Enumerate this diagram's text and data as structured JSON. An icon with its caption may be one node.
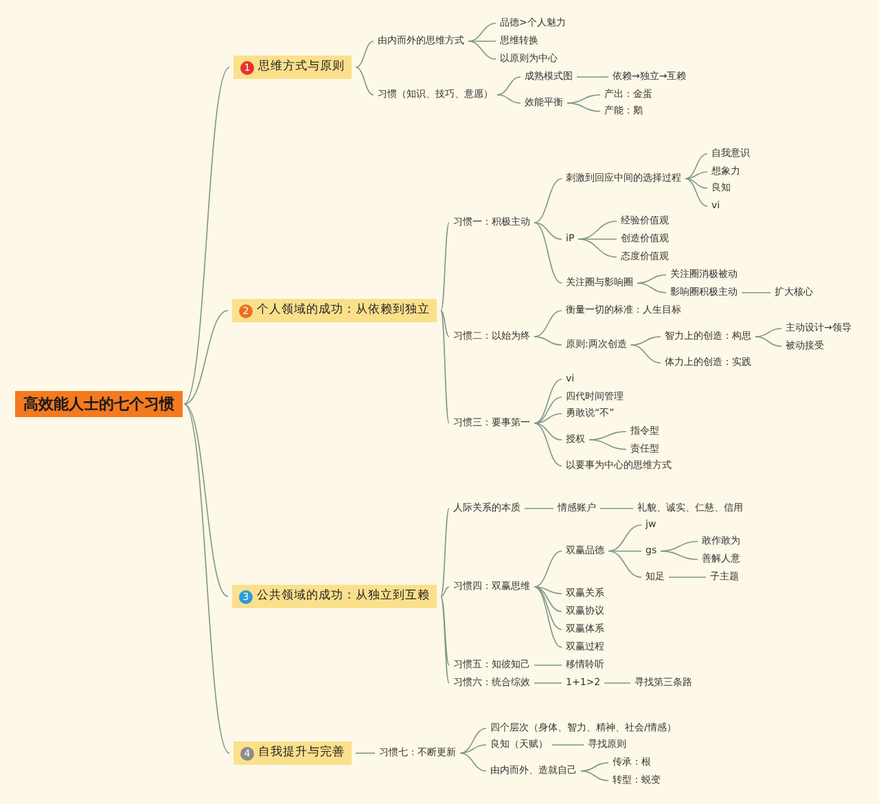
{
  "diagram": {
    "nodes": [
      {
        "text": [
          "高效能人士的七个习惯"
        ]
      },
      {
        "text": [
          "1",
          "思维方式与原则"
        ]
      },
      {
        "text": [
          "由内而外的思维方式"
        ]
      },
      {
        "text": [
          "品德>个人魅力"
        ]
      },
      {
        "text": [
          "思维转换"
        ]
      },
      {
        "text": [
          "以原则为中心"
        ]
      },
      {
        "text": [
          "习惯（知识、技巧、意愿）"
        ]
      },
      {
        "text": [
          "成熟模式图"
        ]
      },
      {
        "text": [
          "依赖→独立→互赖"
        ]
      },
      {
        "text": [
          "效能平衡"
        ]
      },
      {
        "text": [
          "产出：金蛋"
        ]
      },
      {
        "text": [
          "产能：鹅"
        ]
      },
      {
        "text": [
          "2",
          "个人领域的成功：从依赖到独立"
        ]
      },
      {
        "text": [
          "习惯一：积极主动"
        ]
      },
      {
        "text": [
          "刺激到回应中间的选择过程"
        ]
      },
      {
        "text": [
          "自我意识"
        ]
      },
      {
        "text": [
          "想象力"
        ]
      },
      {
        "text": [
          "良知"
        ]
      },
      {
        "text": [
          "vi"
        ]
      },
      {
        "text": [
          "iP"
        ]
      },
      {
        "text": [
          "经验价值观"
        ]
      },
      {
        "text": [
          "创造价值观"
        ]
      },
      {
        "text": [
          "态度价值观"
        ]
      },
      {
        "text": [
          "关注圈与影响圈"
        ]
      },
      {
        "text": [
          "关注圈消极被动"
        ]
      },
      {
        "text": [
          "影响圈积极主动"
        ]
      },
      {
        "text": [
          "扩大核心"
        ]
      },
      {
        "text": [
          "习惯二：以始为终"
        ]
      },
      {
        "text": [
          "衡量一切的标准：人生目标"
        ]
      },
      {
        "text": [
          "原则:两次创造"
        ]
      },
      {
        "text": [
          "智力上的创造：构思"
        ]
      },
      {
        "text": [
          "主动设计→领导"
        ]
      },
      {
        "text": [
          "被动接受"
        ]
      },
      {
        "text": [
          "体力上的创造：实践"
        ]
      },
      {
        "text": [
          "习惯三：要事第一"
        ]
      },
      {
        "text": [
          "vi"
        ]
      },
      {
        "text": [
          "四代时间管理"
        ]
      },
      {
        "text": [
          "勇敢说“不”"
        ]
      },
      {
        "text": [
          "授权"
        ]
      },
      {
        "text": [
          "指令型"
        ]
      },
      {
        "text": [
          "责任型"
        ]
      },
      {
        "text": [
          "以要事为中心的思维方式"
        ]
      },
      {
        "text": [
          "3",
          "公共领域的成功：从独立到互赖"
        ]
      },
      {
        "text": [
          "人际关系的本质"
        ]
      },
      {
        "text": [
          "情感账户"
        ]
      },
      {
        "text": [
          "礼貌、诚实、仁慈、信用"
        ]
      },
      {
        "text": [
          "习惯四：双赢思维"
        ]
      },
      {
        "text": [
          "双赢品德"
        ]
      },
      {
        "text": [
          "jw"
        ]
      },
      {
        "text": [
          "gs"
        ]
      },
      {
        "text": [
          "敢作敢为"
        ]
      },
      {
        "text": [
          "善解人意"
        ]
      },
      {
        "text": [
          "知足"
        ]
      },
      {
        "text": [
          "子主题"
        ]
      },
      {
        "text": [
          "双赢关系"
        ]
      },
      {
        "text": [
          "双赢协议"
        ]
      },
      {
        "text": [
          "双赢体系"
        ]
      },
      {
        "text": [
          "双赢过程"
        ]
      },
      {
        "text": [
          "习惯五：知彼知己"
        ]
      },
      {
        "text": [
          "移情聆听"
        ]
      },
      {
        "text": [
          "习惯六：统合综效"
        ]
      },
      {
        "text": [
          "1+1>2"
        ]
      },
      {
        "text": [
          "寻找第三条路"
        ]
      },
      {
        "text": [
          "4",
          "自我提升与完善"
        ]
      },
      {
        "text": [
          "习惯七：不断更新"
        ]
      },
      {
        "text": [
          "四个层次（身体、智力、精神、社会/情感）"
        ]
      },
      {
        "text": [
          "良知（天赋）"
        ]
      },
      {
        "text": [
          "寻找原则"
        ]
      },
      {
        "text": [
          "由内而外、造就自己"
        ]
      },
      {
        "text": [
          "传承：根"
        ]
      },
      {
        "text": [
          "转型：蜕变"
        ]
      }
    ],
    "edges": [
      {
        "from": 0,
        "to": 1,
        "arrow": "none"
      },
      {
        "from": 1,
        "to": 2,
        "arrow": "none"
      },
      {
        "from": 2,
        "to": 3,
        "arrow": "none"
      },
      {
        "from": 2,
        "to": 4,
        "arrow": "none"
      },
      {
        "from": 2,
        "to": 5,
        "arrow": "none"
      },
      {
        "from": 1,
        "to": 6,
        "arrow": "none"
      },
      {
        "from": 6,
        "to": 7,
        "arrow": "none"
      },
      {
        "from": 7,
        "to": 8,
        "arrow": "none"
      },
      {
        "from": 6,
        "to": 9,
        "arrow": "none"
      },
      {
        "from": 9,
        "to": 10,
        "arrow": "none"
      },
      {
        "from": 9,
        "to": 11,
        "arrow": "none"
      },
      {
        "from": 0,
        "to": 12,
        "arrow": "none"
      },
      {
        "from": 12,
        "to": 13,
        "arrow": "none"
      },
      {
        "from": 13,
        "to": 14,
        "arrow": "none"
      },
      {
        "from": 14,
        "to": 15,
        "arrow": "none"
      },
      {
        "from": 14,
        "to": 16,
        "arrow": "none"
      },
      {
        "from": 14,
        "to": 17,
        "arrow": "none"
      },
      {
        "from": 14,
        "to": 18,
        "arrow": "none"
      },
      {
        "from": 13,
        "to": 19,
        "arrow": "none"
      },
      {
        "from": 19,
        "to": 20,
        "arrow": "none"
      },
      {
        "from": 19,
        "to": 21,
        "arrow": "none"
      },
      {
        "from": 19,
        "to": 22,
        "arrow": "none"
      },
      {
        "from": 13,
        "to": 23,
        "arrow": "none"
      },
      {
        "from": 23,
        "to": 24,
        "arrow": "none"
      },
      {
        "from": 23,
        "to": 25,
        "arrow": "none"
      },
      {
        "from": 25,
        "to": 26,
        "arrow": "none"
      },
      {
        "from": 12,
        "to": 27,
        "arrow": "none"
      },
      {
        "from": 27,
        "to": 28,
        "arrow": "none"
      },
      {
        "from": 27,
        "to": 29,
        "arrow": "none"
      },
      {
        "from": 29,
        "to": 30,
        "arrow": "none"
      },
      {
        "from": 30,
        "to": 31,
        "arrow": "none"
      },
      {
        "from": 30,
        "to": 32,
        "arrow": "none"
      },
      {
        "from": 29,
        "to": 33,
        "arrow": "none"
      },
      {
        "from": 12,
        "to": 34,
        "arrow": "none"
      },
      {
        "from": 34,
        "to": 35,
        "arrow": "none"
      },
      {
        "from": 34,
        "to": 36,
        "arrow": "none"
      },
      {
        "from": 34,
        "to": 37,
        "arrow": "none"
      },
      {
        "from": 34,
        "to": 38,
        "arrow": "none"
      },
      {
        "from": 38,
        "to": 39,
        "arrow": "none"
      },
      {
        "from": 38,
        "to": 40,
        "arrow": "none"
      },
      {
        "from": 34,
        "to": 41,
        "arrow": "none"
      },
      {
        "from": 0,
        "to": 42,
        "arrow": "none"
      },
      {
        "from": 42,
        "to": 43,
        "arrow": "none"
      },
      {
        "from": 43,
        "to": 44,
        "arrow": "none"
      },
      {
        "from": 44,
        "to": 45,
        "arrow": "none"
      },
      {
        "from": 42,
        "to": 46,
        "arrow": "none"
      },
      {
        "from": 46,
        "to": 47,
        "arrow": "none"
      },
      {
        "from": 47,
        "to": 48,
        "arrow": "none"
      },
      {
        "from": 47,
        "to": 49,
        "arrow": "none"
      },
      {
        "from": 49,
        "to": 50,
        "arrow": "none"
      },
      {
        "from": 49,
        "to": 51,
        "arrow": "none"
      },
      {
        "from": 47,
        "to": 52,
        "arrow": "none"
      },
      {
        "from": 52,
        "to": 53,
        "arrow": "none"
      },
      {
        "from": 46,
        "to": 54,
        "arrow": "none"
      },
      {
        "from": 46,
        "to": 55,
        "arrow": "none"
      },
      {
        "from": 46,
        "to": 56,
        "arrow": "none"
      },
      {
        "from": 46,
        "to": 57,
        "arrow": "none"
      },
      {
        "from": 42,
        "to": 58,
        "arrow": "none"
      },
      {
        "from": 58,
        "to": 59,
        "arrow": "none"
      },
      {
        "from": 42,
        "to": 60,
        "arrow": "none"
      },
      {
        "from": 60,
        "to": 61,
        "arrow": "none"
      },
      {
        "from": 61,
        "to": 62,
        "arrow": "none"
      },
      {
        "from": 0,
        "to": 63,
        "arrow": "none"
      },
      {
        "from": 63,
        "to": 64,
        "arrow": "none"
      },
      {
        "from": 64,
        "to": 65,
        "arrow": "none"
      },
      {
        "from": 64,
        "to": 66,
        "arrow": "none"
      },
      {
        "from": 66,
        "to": 67,
        "arrow": "none"
      },
      {
        "from": 64,
        "to": 68,
        "arrow": "none"
      },
      {
        "from": 68,
        "to": 69,
        "arrow": "none"
      },
      {
        "from": 68,
        "to": 70,
        "arrow": "none"
      }
    ]
  }
}
